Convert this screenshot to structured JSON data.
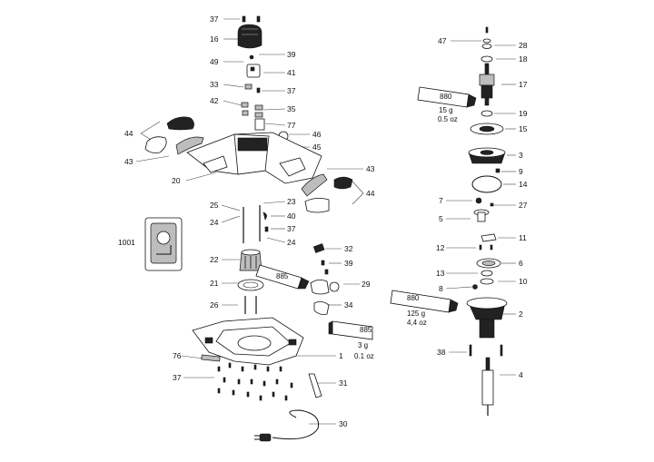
{
  "callouts": [
    {
      "id": "c37a",
      "text": "37"
    },
    {
      "id": "c16",
      "text": "16"
    },
    {
      "id": "c39a",
      "text": "39"
    },
    {
      "id": "c49",
      "text": "49"
    },
    {
      "id": "c41",
      "text": "41"
    },
    {
      "id": "c33",
      "text": "33"
    },
    {
      "id": "c37b",
      "text": "37"
    },
    {
      "id": "c42",
      "text": "42"
    },
    {
      "id": "c35",
      "text": "35"
    },
    {
      "id": "c77",
      "text": "77"
    },
    {
      "id": "c44a",
      "text": "44"
    },
    {
      "id": "c46",
      "text": "46"
    },
    {
      "id": "c45",
      "text": "45"
    },
    {
      "id": "c43a",
      "text": "43"
    },
    {
      "id": "c43b",
      "text": "43"
    },
    {
      "id": "c20",
      "text": "20"
    },
    {
      "id": "c44b",
      "text": "44"
    },
    {
      "id": "c25",
      "text": "25"
    },
    {
      "id": "c23",
      "text": "23"
    },
    {
      "id": "c24a",
      "text": "24"
    },
    {
      "id": "c40",
      "text": "40"
    },
    {
      "id": "c37c",
      "text": "37"
    },
    {
      "id": "c24b",
      "text": "24"
    },
    {
      "id": "c1001",
      "text": "1001"
    },
    {
      "id": "c32",
      "text": "32"
    },
    {
      "id": "c22",
      "text": "22"
    },
    {
      "id": "c39b",
      "text": "39"
    },
    {
      "id": "c29",
      "text": "29"
    },
    {
      "id": "c21",
      "text": "21"
    },
    {
      "id": "c26",
      "text": "26"
    },
    {
      "id": "c34",
      "text": "34"
    },
    {
      "id": "c1",
      "text": "1"
    },
    {
      "id": "c76",
      "text": "76"
    },
    {
      "id": "c37d",
      "text": "37"
    },
    {
      "id": "c31",
      "text": "31"
    },
    {
      "id": "c30",
      "text": "30"
    },
    {
      "id": "c47",
      "text": "47"
    },
    {
      "id": "c28",
      "text": "28"
    },
    {
      "id": "c18",
      "text": "18"
    },
    {
      "id": "c17",
      "text": "17"
    },
    {
      "id": "c19",
      "text": "19"
    },
    {
      "id": "c15",
      "text": "15"
    },
    {
      "id": "c3",
      "text": "3"
    },
    {
      "id": "c9",
      "text": "9"
    },
    {
      "id": "c14",
      "text": "14"
    },
    {
      "id": "c7",
      "text": "7"
    },
    {
      "id": "c27",
      "text": "27"
    },
    {
      "id": "c5",
      "text": "5"
    },
    {
      "id": "c11",
      "text": "11"
    },
    {
      "id": "c12",
      "text": "12"
    },
    {
      "id": "c6",
      "text": "6"
    },
    {
      "id": "c13",
      "text": "13"
    },
    {
      "id": "c8",
      "text": "8"
    },
    {
      "id": "c10",
      "text": "10"
    },
    {
      "id": "c2",
      "text": "2"
    },
    {
      "id": "c38",
      "text": "38"
    },
    {
      "id": "c4",
      "text": "4"
    }
  ],
  "grease_tubes": [
    {
      "id": "t1",
      "code": "880",
      "amount": "15 g",
      "ounces": "0.5 oz"
    },
    {
      "id": "t2",
      "code": "885",
      "amount": "",
      "ounces": ""
    },
    {
      "id": "t3",
      "code": "885",
      "amount": "3 g",
      "ounces": "0.1 oz"
    },
    {
      "id": "t4",
      "code": "880",
      "amount": "125 g",
      "ounces": "4,4 oz"
    }
  ]
}
